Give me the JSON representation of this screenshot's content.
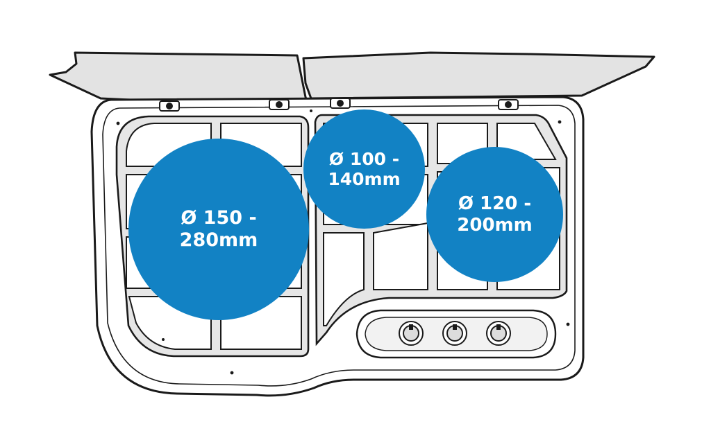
{
  "colors": {
    "burner_fill": "#1282c4",
    "line": "#1a1a1a",
    "lid_fill": "#e3e3e3",
    "body_fill": "#ffffff",
    "grate_gap": "#e6e6e6"
  },
  "icons": [
    "hinge-icon",
    "control-knob-icon",
    "screw-icon"
  ],
  "burners": {
    "large": {
      "line1": "Ø 150 -",
      "line2": "280mm"
    },
    "small": {
      "line1": "Ø 100 -",
      "line2": "140mm"
    },
    "medium": {
      "line1": "Ø 120 -",
      "line2": "200mm"
    }
  },
  "knobs": {
    "count": 3
  }
}
